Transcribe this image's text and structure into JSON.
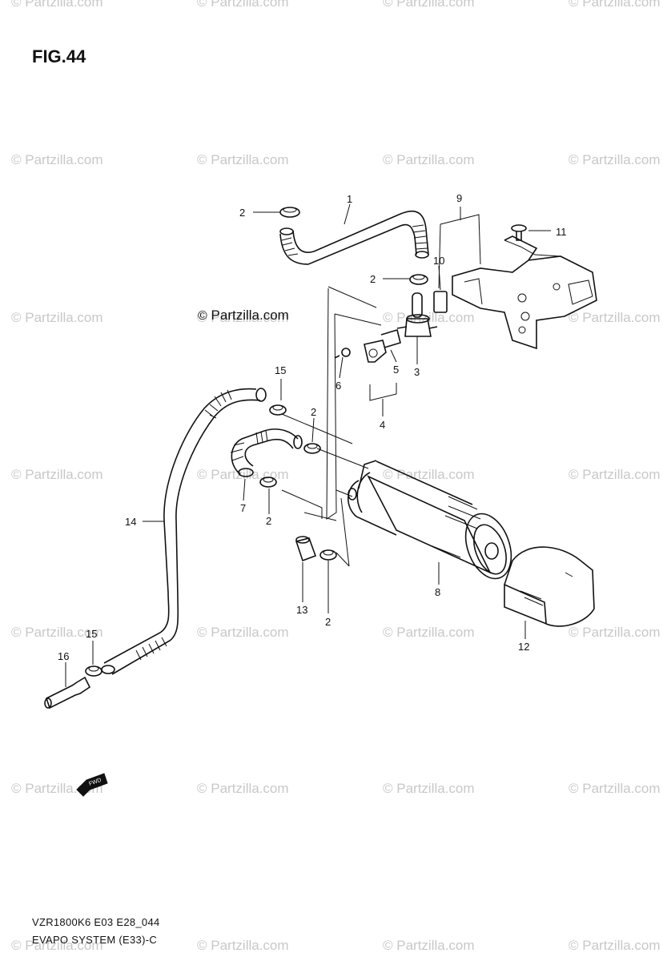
{
  "figure": {
    "title": "FIG.44",
    "model_code": "VZR1800K6 E03 E28_044",
    "section": "EVAPO SYSTEM (E33)-C"
  },
  "watermark": {
    "text": "Partzilla.com",
    "symbol": "©"
  },
  "copyright_mark": {
    "symbol": "©",
    "text": "Partzilla.com"
  },
  "fwd_label": "FWD",
  "callouts": [
    {
      "id": "c1",
      "label": "1"
    },
    {
      "id": "c2a",
      "label": "2"
    },
    {
      "id": "c2b",
      "label": "2"
    },
    {
      "id": "c2c",
      "label": "2"
    },
    {
      "id": "c2d",
      "label": "2"
    },
    {
      "id": "c2e",
      "label": "2"
    },
    {
      "id": "c3",
      "label": "3"
    },
    {
      "id": "c4",
      "label": "4"
    },
    {
      "id": "c5",
      "label": "5"
    },
    {
      "id": "c6",
      "label": "6"
    },
    {
      "id": "c7",
      "label": "7"
    },
    {
      "id": "c8",
      "label": "8"
    },
    {
      "id": "c9",
      "label": "9"
    },
    {
      "id": "c10",
      "label": "10"
    },
    {
      "id": "c11",
      "label": "11"
    },
    {
      "id": "c12",
      "label": "12"
    },
    {
      "id": "c13",
      "label": "13"
    },
    {
      "id": "c14",
      "label": "14"
    },
    {
      "id": "c15a",
      "label": "15"
    },
    {
      "id": "c15b",
      "label": "15"
    },
    {
      "id": "c16",
      "label": "16"
    }
  ]
}
